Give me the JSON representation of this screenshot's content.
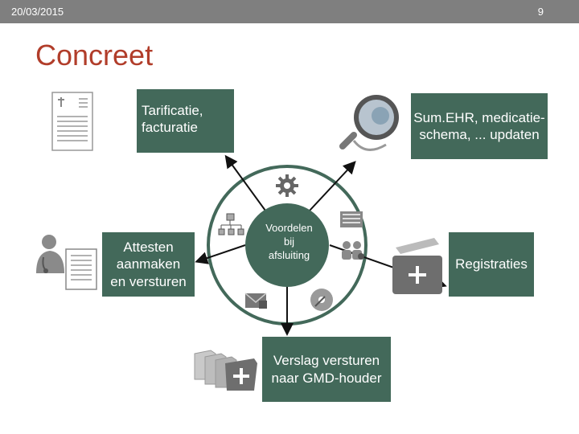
{
  "header": {
    "date": "20/03/2015",
    "page_number": "9"
  },
  "title": "Concreet",
  "center": {
    "label": "Voordelen\nbij\nafsluiting"
  },
  "boxes": {
    "tarificatie": "Tarificatie,\nfacturatie",
    "sumehr": "Sum.EHR, medicatie-\nschema, ... updaten",
    "attesten": "Attesten\naanmaken\nen versturen",
    "registraties": "Registraties",
    "verslag": "Verslag versturen\nnaar GMD-houder"
  },
  "icons": [
    "document-icon",
    "magnifier-icon",
    "doctor-icon",
    "briefcase-icon",
    "folders-icon",
    "gear-icon",
    "hierarchy-icon",
    "screen-icon",
    "people-icon",
    "mail-icon",
    "cd-icon"
  ],
  "colors": {
    "box": "#43695a",
    "title": "#b13d2a",
    "header_bar": "#7f7f7f"
  }
}
